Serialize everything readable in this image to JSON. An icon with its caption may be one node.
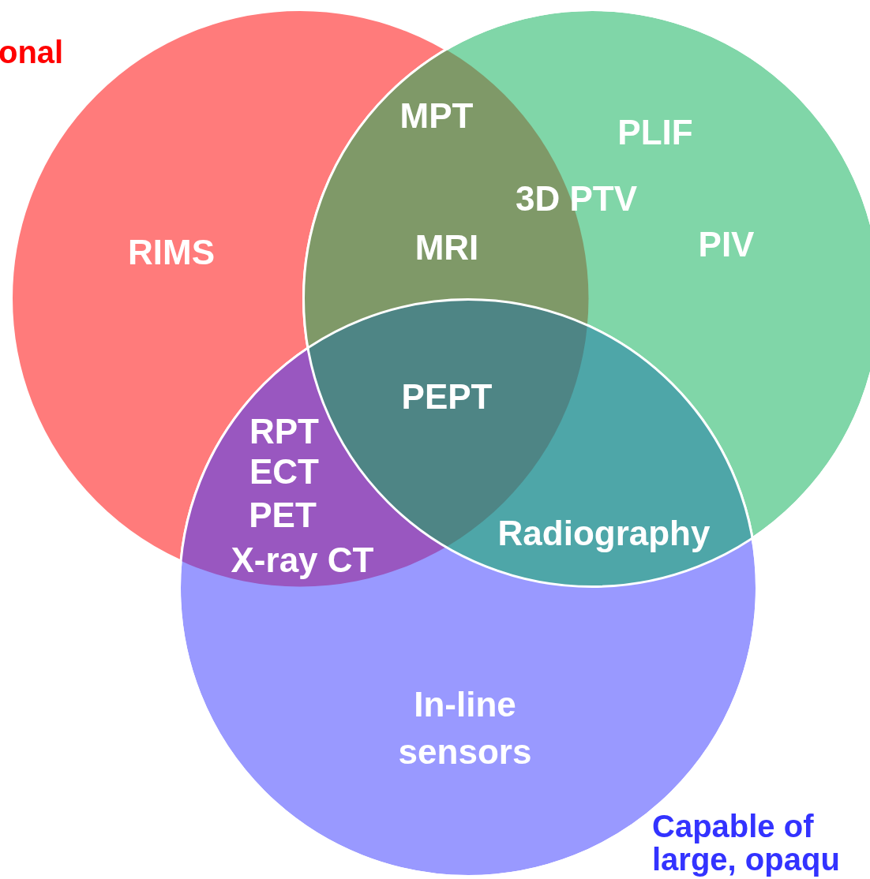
{
  "diagram": {
    "nodes": [
      {
        "text": [
          "onal"
        ]
      },
      {
        "text": [],
        "shape": "circle"
      },
      {
        "text": [
          "Capable of",
          "large, opaqu"
        ]
      }
    ],
    "edges": [],
    "labels": [
      "MPT",
      "PLIF",
      "3D PTV",
      "RIMS",
      "MRI",
      "PIV",
      "PEPT",
      "RPT",
      "ECT",
      "PET",
      "X-ray CT",
      "Radiography",
      "In-line sensors"
    ]
  }
}
